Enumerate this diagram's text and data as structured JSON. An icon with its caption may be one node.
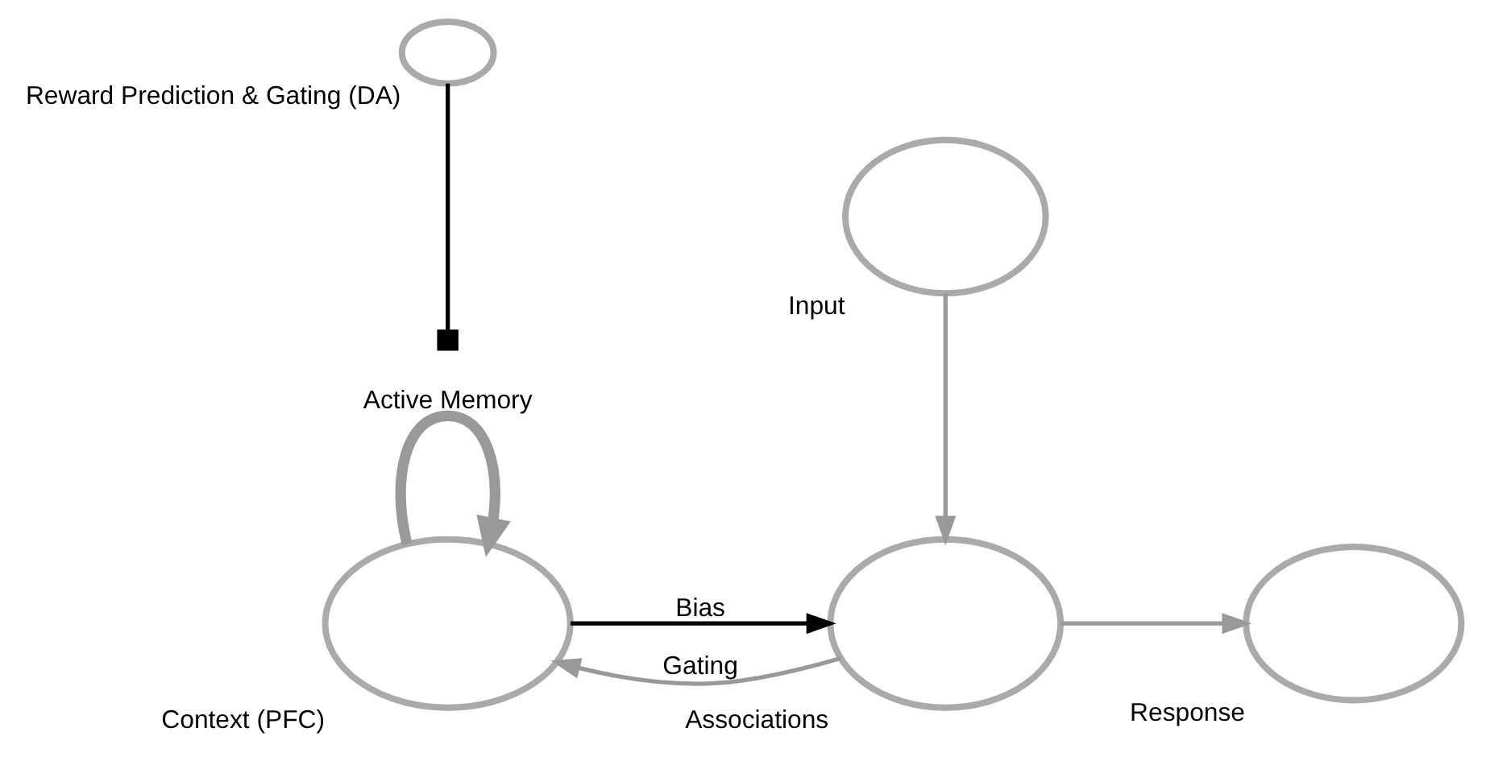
{
  "diagram": {
    "nodes": [
      {
        "text": [],
        "shape": "ellipse",
        "beside": [
          "Context (PFC)"
        ]
      },
      {
        "text": [],
        "shape": "ellipse",
        "beside": [
          "Response"
        ]
      },
      {
        "text": [],
        "shape": "ellipse",
        "beside": [
          "Associations"
        ]
      },
      {
        "text": [],
        "shape": "ellipse",
        "beside": [
          "Reward Prediction & Gating (DA)"
        ]
      },
      {
        "text": [],
        "shape": "ellipse",
        "beside": [
          "Input"
        ]
      }
    ],
    "edges": [
      {
        "from": 0,
        "to": 0,
        "arrow": "to",
        "label": "Active Memory",
        "style": "thick"
      },
      {
        "from": 0,
        "to": 2,
        "arrow": "to",
        "label": "Bias",
        "color": "#000000"
      },
      {
        "from": 2,
        "to": 0,
        "arrow": "to",
        "label": "Gating"
      },
      {
        "from": 3,
        "to": null,
        "arrow": "other",
        "color": "#000000"
      },
      {
        "from": 2,
        "to": 1,
        "arrow": "to"
      },
      {
        "from": 4,
        "to": 2,
        "arrow": "to"
      }
    ]
  }
}
